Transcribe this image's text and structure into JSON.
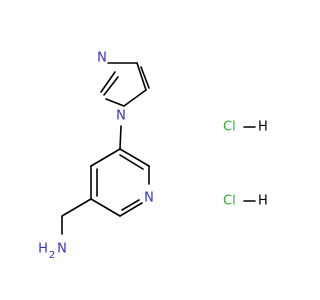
{
  "colors": {
    "bond": "#000000",
    "nitrogen": "#3333cc",
    "chlorine": "#33aa33",
    "background": "#ffffff"
  },
  "atoms": {
    "imidazole_n_top": "N",
    "imidazole_n_attached": "N",
    "pyridine_n": "N",
    "amine_n": "N",
    "amine_h": "H",
    "amine_h2_sub": "2"
  },
  "salts": [
    {
      "cl": "Cl",
      "h": "H"
    },
    {
      "cl": "Cl",
      "h": "H"
    }
  ]
}
